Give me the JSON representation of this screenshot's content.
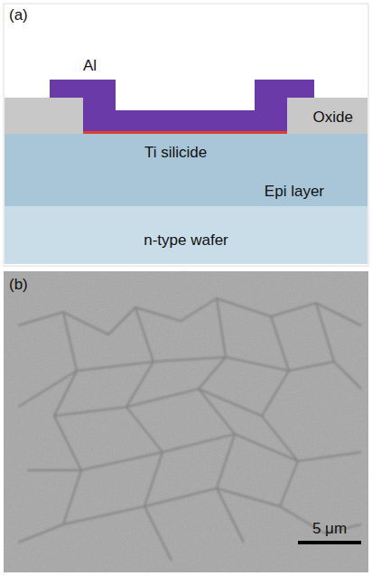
{
  "diagram": {
    "nodes": [
      {
        "text": [
          "Oxide"
        ]
      },
      {
        "text": [
          "Epi layer"
        ]
      },
      {
        "text": [
          "n-type wafer"
        ]
      }
    ],
    "labels": [
      "(a)",
      "Al",
      "Ti silicide",
      "(b)",
      "5 μm"
    ]
  }
}
